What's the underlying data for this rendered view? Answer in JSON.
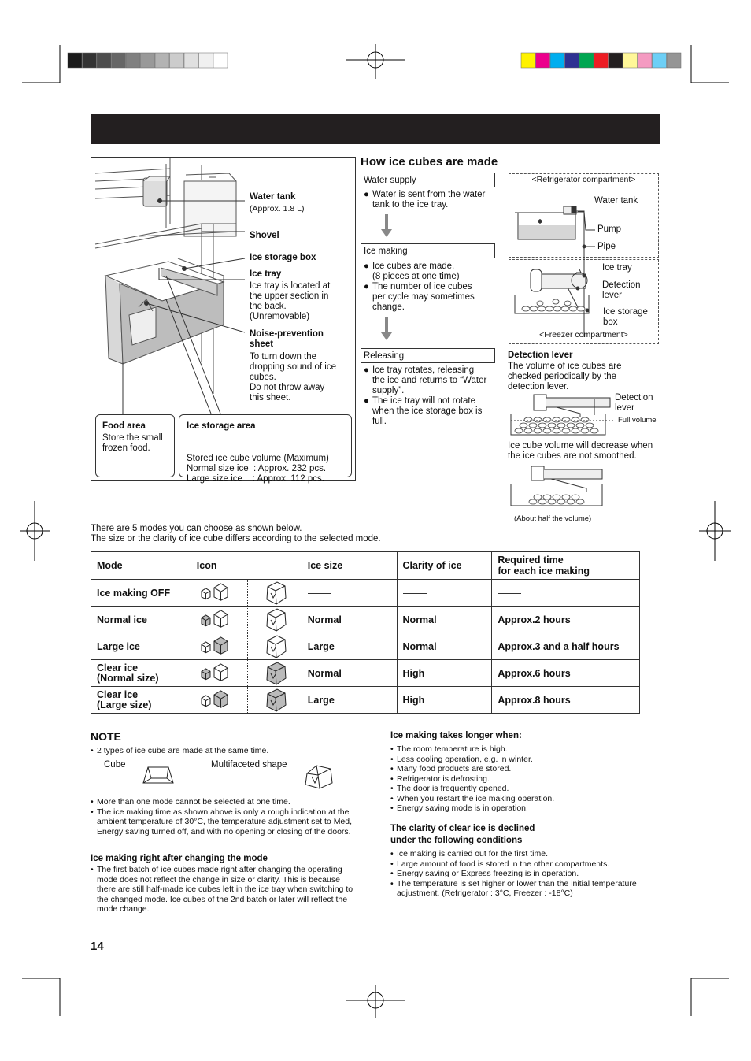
{
  "print_marks": {
    "gray_swatches": [
      "#1a1a1a",
      "#333333",
      "#4d4d4d",
      "#666666",
      "#808080",
      "#999999",
      "#b3b3b3",
      "#cccccc",
      "#e0e0e0",
      "#f0f0f0",
      "#ffffff"
    ],
    "color_swatches": [
      "#fff200",
      "#ec008c",
      "#00aeef",
      "#2e3192",
      "#00a651",
      "#ed1c24",
      "#231f20",
      "#fff799",
      "#f49ac1",
      "#6dcff6",
      "#959595"
    ]
  },
  "diagram": {
    "water_tank": {
      "title": "Water tank",
      "desc": "(Approx. 1.8 L)"
    },
    "shovel": "Shovel",
    "ice_storage_box": "Ice storage box",
    "ice_tray": {
      "title": "Ice tray",
      "desc": [
        "Ice tray is located at",
        "the upper section in",
        "the back.",
        "(Unremovable)"
      ]
    },
    "noise_sheet": {
      "title": [
        "Noise-prevention",
        "sheet"
      ],
      "desc": [
        "To turn down the",
        "dropping sound of ice",
        "cubes.",
        "Do not throw away",
        "this sheet."
      ]
    },
    "food_area": {
      "title": "Food area",
      "desc": [
        "Store the small",
        "frozen food."
      ]
    },
    "ice_storage_area": {
      "title": "Ice storage area",
      "desc": [
        "Stored ice cube volume (Maximum)",
        "Normal size ice  : Approx. 232 pcs.",
        "Large size ice    : Approx. 112 pcs."
      ]
    }
  },
  "how": {
    "heading": "How ice cubes are made",
    "steps": [
      {
        "label": "Water supply",
        "bullets": [
          [
            "Water is sent from the water",
            "tank to the ice tray."
          ]
        ]
      },
      {
        "label": "Ice making",
        "bullets": [
          [
            "Ice cubes are made.",
            "(8 pieces at one time)"
          ],
          [
            "The number of ice cubes",
            "per cycle may sometimes",
            "change."
          ]
        ]
      },
      {
        "label": "Releasing",
        "bullets": [
          [
            "Ice tray rotates, releasing",
            "the ice and returns to “Water",
            "supply”."
          ],
          [
            "The ice tray will not rotate",
            "when the ice storage box is",
            "full."
          ]
        ]
      }
    ],
    "refrig_caption": "<Refrigerator compartment>",
    "freezer_caption": "<Freezer compartment>",
    "labels": {
      "water_tank": "Water tank",
      "pump": "Pump",
      "pipe": "Pipe",
      "ice_tray": "Ice tray",
      "detection_lever": [
        "Detection",
        "lever"
      ],
      "ice_storage_box": [
        "Ice storage",
        "box"
      ]
    },
    "detection": {
      "title": "Detection lever",
      "desc": [
        "The volume of ice cubes are",
        "checked periodically by the",
        "detection lever."
      ],
      "lever_label": [
        "Detection",
        "lever"
      ],
      "full_volume": "Full volume",
      "decrease": [
        "Ice cube volume will decrease when",
        "the ice cubes are not smoothed."
      ],
      "half": "(About half the volume)"
    }
  },
  "intro": [
    "There are 5 modes you can choose as shown below.",
    "The size or the clarity of ice cube differs according to the selected mode."
  ],
  "table": {
    "headers": [
      "Mode",
      "Icon",
      "Ice size",
      "Clarity of ice",
      "Required time",
      "for each ice making"
    ],
    "rows": [
      {
        "mode": [
          "Ice making OFF"
        ],
        "size": "",
        "clarity": "",
        "time": "",
        "off": true
      },
      {
        "mode": [
          "Normal ice"
        ],
        "size": "Normal",
        "clarity": "Normal",
        "time": "Approx.2 hours"
      },
      {
        "mode": [
          "Large ice"
        ],
        "size": "Large",
        "clarity": "Normal",
        "time": "Approx.3 and a half hours"
      },
      {
        "mode": [
          "Clear ice",
          "(Normal size)"
        ],
        "size": "Normal",
        "clarity": "High",
        "time": "Approx.6 hours"
      },
      {
        "mode": [
          "Clear ice",
          "(Large size)"
        ],
        "size": "Large",
        "clarity": "High",
        "time": "Approx.8 hours"
      }
    ]
  },
  "note": {
    "title": "NOTE",
    "first": "2 types of ice cube are made at the same time.",
    "cube": "Cube",
    "multi": "Multifaceted shape",
    "items": [
      "More than one mode cannot be selected at one time.",
      "The ice making time as shown above is only a rough indication at the ambient temperature of 30°C, the temperature adjustment set to Med, Energy saving turned off, and with no opening or closing of the doors."
    ],
    "change_title": "Ice making right after changing the mode",
    "change_text": "The first batch of ice cubes made right after changing the operating mode does not reflect the change in size or clarity. This is because there are still half-made ice cubes left in the ice tray when switching to the changed mode. Ice cubes of the 2nd batch or later will reflect the mode change."
  },
  "longer": {
    "title": "Ice making takes longer when:",
    "items": [
      "The room temperature is high.",
      "Less cooling operation, e.g. in winter.",
      "Many food products are stored.",
      "Refrigerator is defrosting.",
      "The door is frequently opened.",
      "When you restart the ice making operation.",
      "Energy saving mode is in operation."
    ]
  },
  "clarity": {
    "title": [
      "The clarity of clear ice is declined",
      "under the following conditions"
    ],
    "items": [
      "Ice making is carried out for the first time.",
      "Large amount of food is stored in the other compartments.",
      "Energy saving or Express freezing is in operation.",
      "The temperature is set higher or lower than the initial temperature adjustment. (Refrigerator : 3°C, Freezer : -18°C)"
    ]
  },
  "page_number": "14"
}
